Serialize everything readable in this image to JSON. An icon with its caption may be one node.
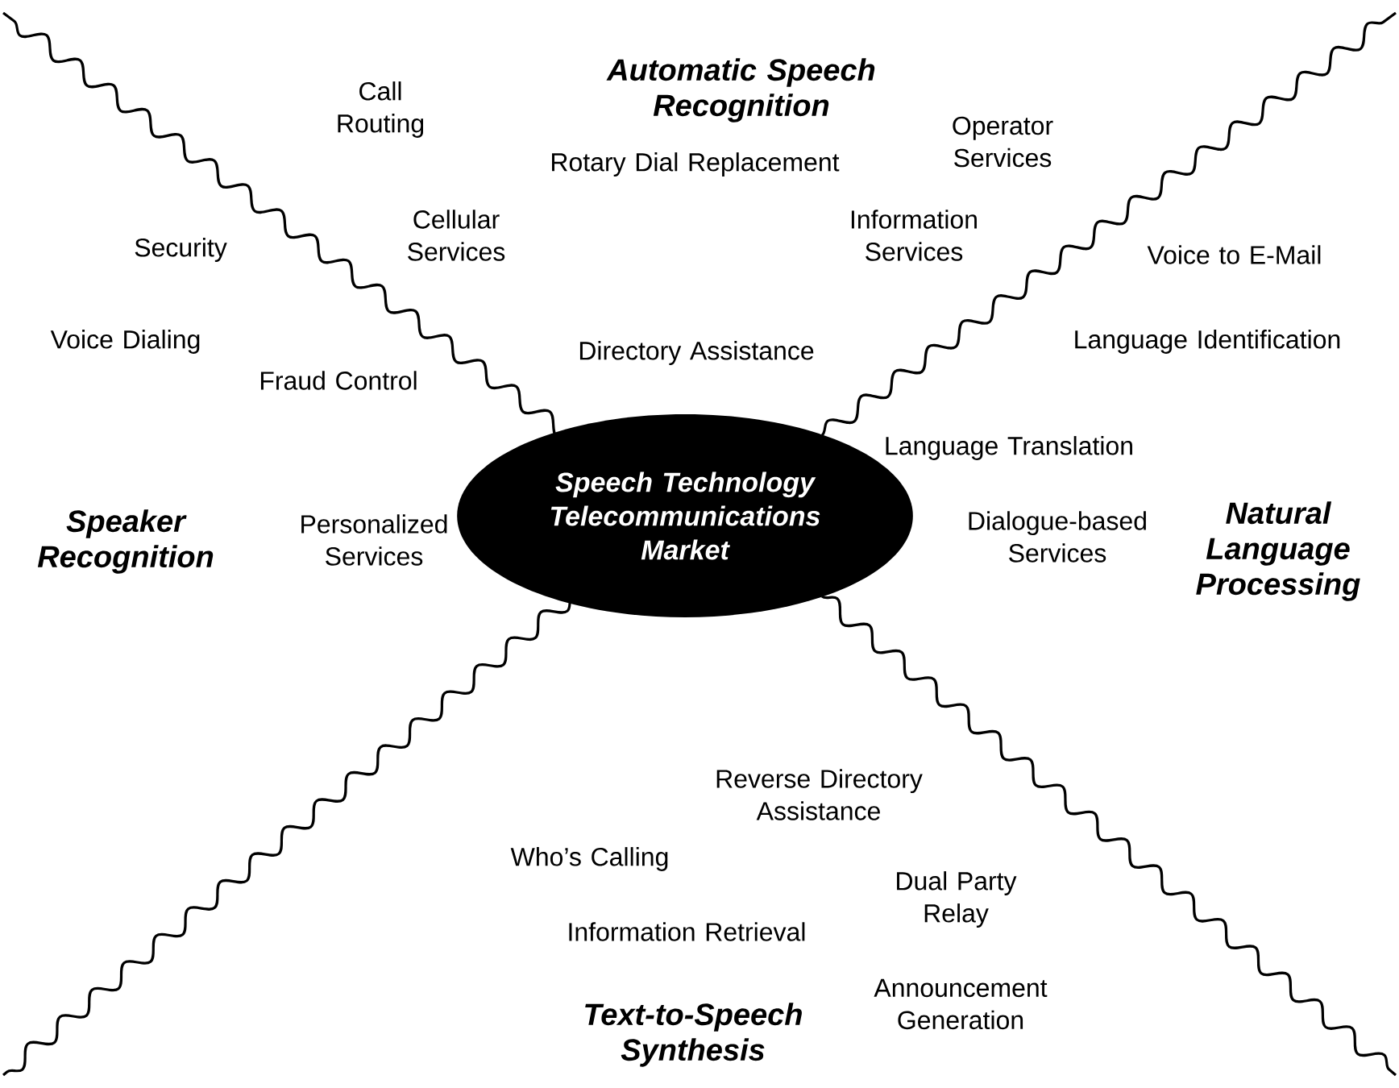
{
  "diagram": {
    "nodes": [
      {
        "text": [
          "Speech Technology Telecommunications Market"
        ]
      }
    ],
    "edges": [],
    "labels": [
      "Call Routing",
      "Automatic Speech Recognition",
      "Operator Services",
      "Rotary Dial Replacement",
      "Cellular Services",
      "Information Services",
      "Security",
      "Voice to E-Mail",
      "Voice Dialing",
      "Fraud Control",
      "Directory Assistance",
      "Language Identification",
      "Language Translation",
      "Speaker Recognition",
      "Personalized Services",
      "Dialogue-based Services",
      "Natural Language Processing",
      "Reverse Directory Assistance",
      "Who’s Calling",
      "Dual Party Relay",
      "Information Retrieval",
      "Announcement Generation",
      "Text-to-Speech Synthesis"
    ]
  }
}
